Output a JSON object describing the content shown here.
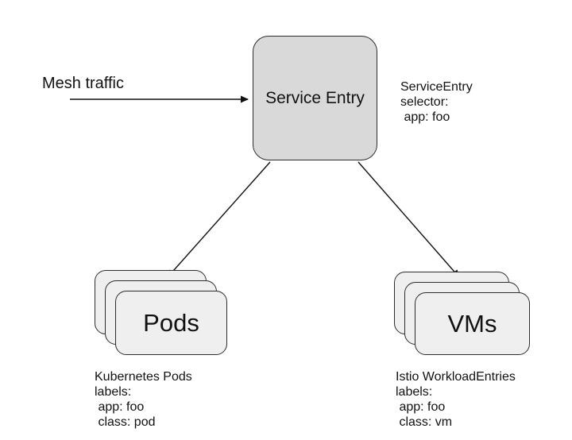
{
  "diagram": {
    "mesh_traffic_label": "Mesh traffic",
    "service_entry": {
      "label": "Service Entry",
      "annotation": {
        "line1": "ServiceEntry",
        "line2": "selector:",
        "line3": " app: foo"
      }
    },
    "pods": {
      "label": "Pods",
      "annotation": {
        "line1": "Kubernetes Pods",
        "line2": "labels:",
        "line3": " app: foo",
        "line4": " class: pod"
      }
    },
    "vms": {
      "label": "VMs",
      "annotation": {
        "line1": "Istio WorkloadEntries",
        "line2": "labels:",
        "line3": " app: foo",
        "line4": " class: vm"
      }
    },
    "colors": {
      "node_fill": "#d9d9d9",
      "card_fill": "#efefef",
      "stroke": "#2d2d2d",
      "text": "#111111",
      "background": "#ffffff"
    }
  }
}
